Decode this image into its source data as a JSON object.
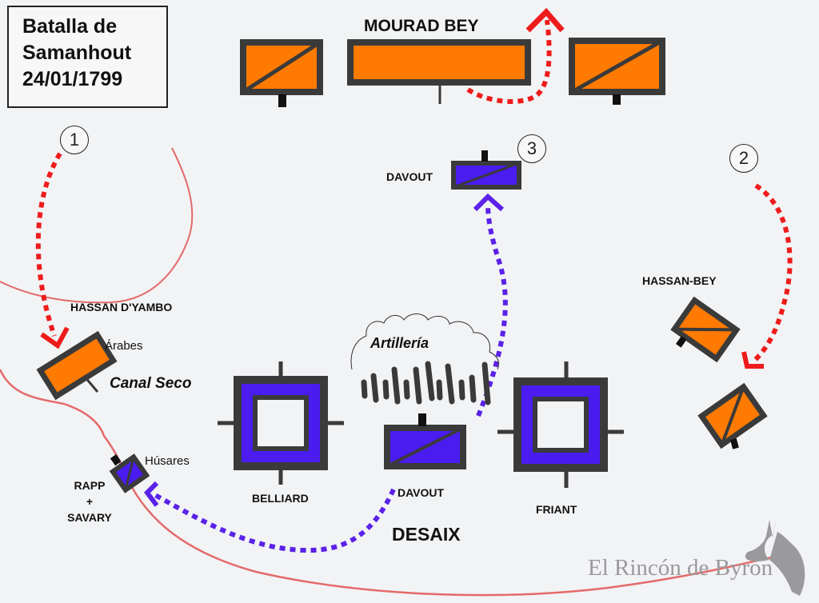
{
  "title": {
    "line1": "Batalla de",
    "line2": "Samanhout",
    "line3": "24/01/1799"
  },
  "labels": {
    "mourad_bey": "MOURAD BEY",
    "davout_top": "DAVOUT",
    "hassan_bey": "HASSAN-BEY",
    "hassan_dyambo": "HASSAN D'YAMBO",
    "arabes": "Árabes",
    "canal_seco": "Canal Seco",
    "artilleria": "Artillería",
    "husares": "Húsares",
    "rapp": "RAPP",
    "plus": "+",
    "savary": "SAVARY",
    "belliard": "BELLIARD",
    "davout_bottom": "DAVOUT",
    "friant": "FRIANT",
    "desaix": "DESAIX"
  },
  "markers": {
    "m1": "1",
    "m2": "2",
    "m3": "3"
  },
  "watermark": "El Rincón de Byron",
  "colors": {
    "mameluke": "#ff7a00",
    "french": "#4a1cf0",
    "enemy_arrow": "#ee1b1b",
    "french_arrow": "#5a22e8",
    "river": "#e46a6a",
    "outline": "#3a3a3a"
  }
}
